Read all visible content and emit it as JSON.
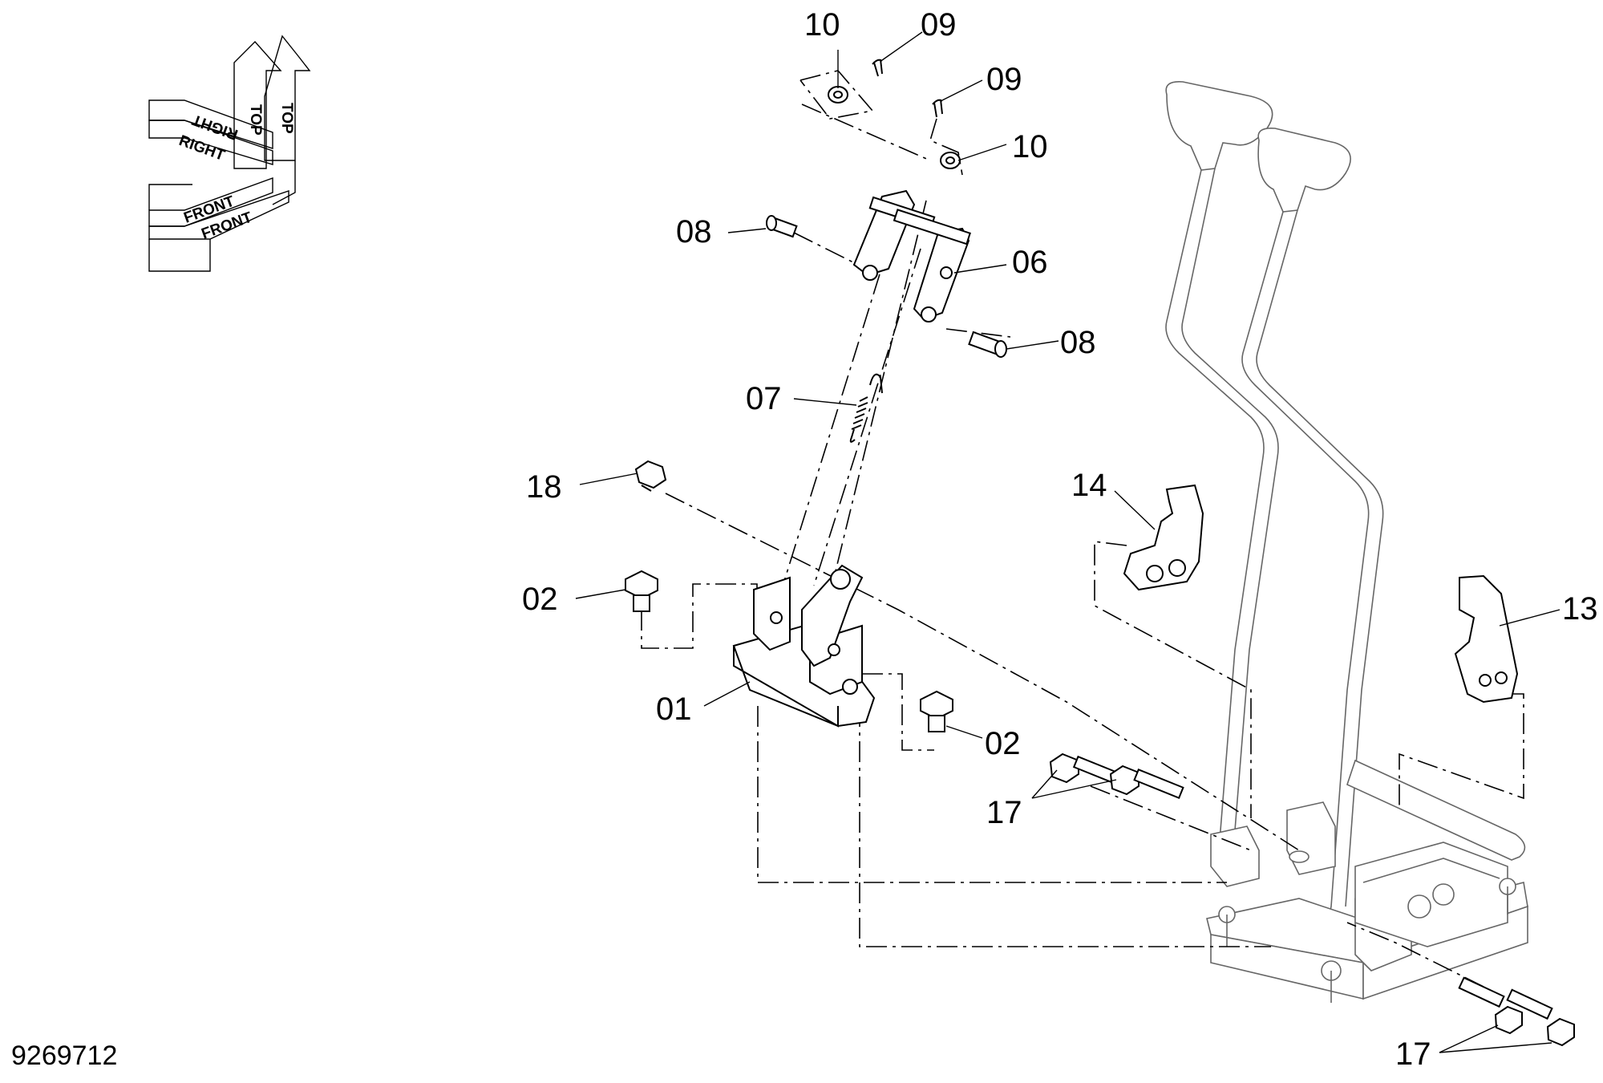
{
  "drawing_number": "9269712",
  "orientation": {
    "top_label": "TOP",
    "right_label": "RIGHT",
    "front_label": "FRONT"
  },
  "callouts": {
    "p01": "01",
    "p02a": "02",
    "p02b": "02",
    "p06": "06",
    "p07": "07",
    "p08a": "08",
    "p08b": "08",
    "p09a": "09",
    "p09b": "09",
    "p10a": "10",
    "p10b": "10",
    "p13": "13",
    "p14": "14",
    "p17a": "17",
    "p17b": "17",
    "p18": "18"
  }
}
